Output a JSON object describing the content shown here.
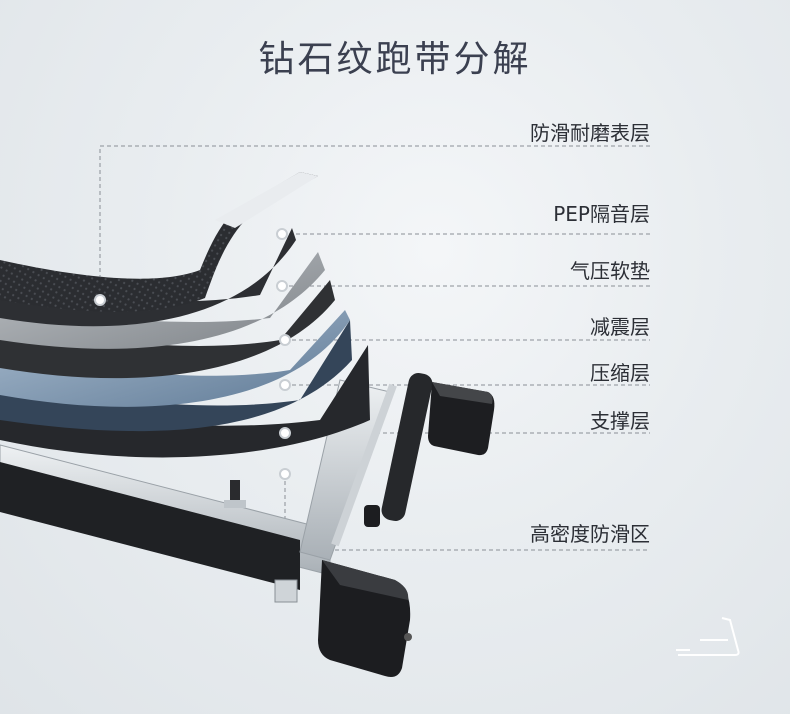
{
  "title": "钻石纹跑带分解",
  "layers": [
    {
      "label": "防滑耐磨表层"
    },
    {
      "label": "PEP隔音层"
    },
    {
      "label": "气压软垫"
    },
    {
      "label": "减震层"
    },
    {
      "label": "压缩层"
    },
    {
      "label": "支撑层"
    },
    {
      "label": "高密度防滑区"
    }
  ],
  "colors": {
    "background": "#e6eaee",
    "title_text": "#3b4050",
    "label_text": "#2c2f36",
    "leader_line": "#8a8f96",
    "belt_dark": "#2a2c2f",
    "layer_blue": "#6f8aa6",
    "frame_metal": "#bfc5ca"
  },
  "icons": [
    "treadmill-icon"
  ]
}
